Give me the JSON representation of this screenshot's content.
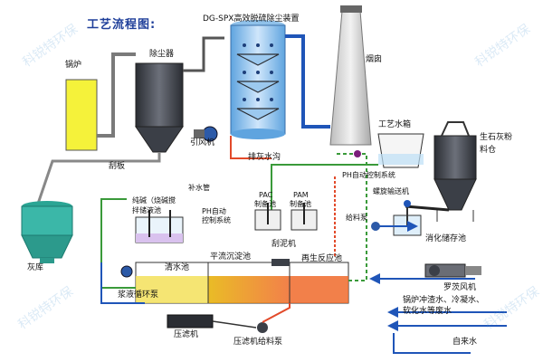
{
  "title": "工艺流程图:",
  "subtitle": "DG-SPX高效脱硫除尘装置",
  "watermark": "科锐特环保",
  "labels": {
    "boiler": "锅炉",
    "dust_collector": "除尘器",
    "chimney": "烟囱",
    "process_tank": "工艺水箱",
    "lime_silo_1": "生石灰粉",
    "lime_silo_2": "料仓",
    "induced_fan": "引风机",
    "scraper": "刮板",
    "ash_store": "灰库",
    "drain_ditch": "排灰水沟",
    "ph_ctrl_top": "PH自动控制系统",
    "refill_pipe": "补水管",
    "alkali_1": "纯碱（烧碱搅",
    "alkali_2": "拌储液池",
    "ph_ctrl_left_1": "PH自动",
    "ph_ctrl_left_2": "控制系统",
    "pac_1": "PAC",
    "pac_2": "制备池",
    "pam_1": "PAM",
    "pam_2": "制备池",
    "screw_conveyor": "螺旋输送机",
    "slaked_tank": "消化储存池",
    "feed_pump": "给料泵",
    "scraper_machine": "刮泥机",
    "clear_tank": "清水池",
    "flow_tank": "平流沉淀池",
    "regen_tank": "再生反应池",
    "slurry_pump": "浆液循环泵",
    "roots_fan": "罗茨风机",
    "waste_water_1": "锅炉冲渣水、冷凝水、",
    "waste_water_2": "软化水等废水",
    "filter_press": "压滤机",
    "filter_feed_pump": "压滤机给料泵",
    "tap_water": "自来水"
  },
  "colors": {
    "title": "#1f3f9a",
    "water": "#4aa7dc",
    "slurry": "#e24a2a",
    "boiler": "#f5f23a",
    "equipment": "#3b3f47",
    "tower": "#8fc1ea",
    "chimney": "#d8d8d8",
    "ash_store": "#3bb7a8",
    "pipe_green": "#3a9a3a",
    "pipe_blue": "#1f55b8"
  },
  "icons": [
    "pump-icon",
    "fan-icon",
    "motor-icon",
    "sprayer-icon",
    "arrow-icon"
  ]
}
